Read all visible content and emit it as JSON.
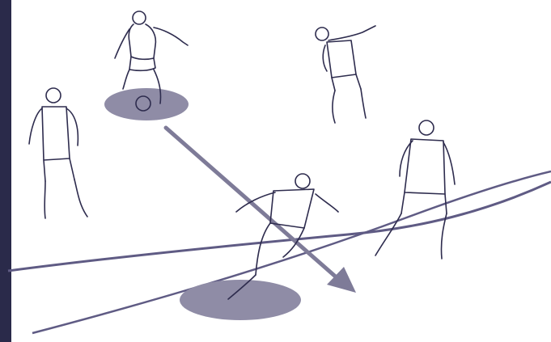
{
  "scene": {
    "description_kind": "tactical-sketch",
    "colors": {
      "background": "#ffffff",
      "edge_bar": "#2a2a4a",
      "ink": "#2e2c4e",
      "zone": "#8f8ca6",
      "arrow": "#7e7b98",
      "line": "#5f5b84"
    },
    "players": [
      {
        "id": "striker-with-ball",
        "has_ball": true
      },
      {
        "id": "defender-left"
      },
      {
        "id": "midfielder-top-right"
      },
      {
        "id": "runner-center"
      },
      {
        "id": "defender-right"
      }
    ],
    "pass_arrow": {
      "from": "striker-with-ball",
      "to": "target-zone"
    }
  }
}
